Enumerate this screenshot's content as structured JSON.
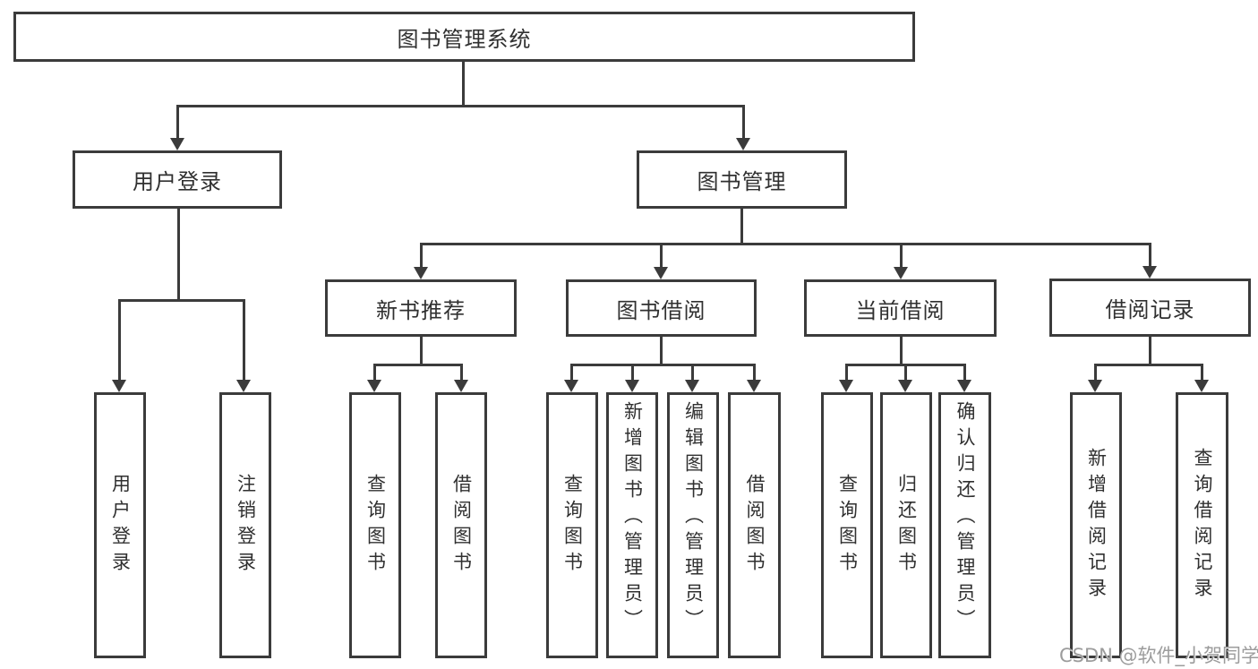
{
  "diagram": {
    "type": "hierarchy-tree",
    "colors": {
      "line": "#3b3b3b",
      "box_border": "#3b3b3b",
      "text": "#303030",
      "background": "#ffffff",
      "watermark_text_color": "#9c9c9c"
    },
    "watermark": "CSDN @软件_小贺同学",
    "tree": {
      "label": "图书管理系统",
      "children": [
        {
          "label": "用户登录",
          "children": [
            {
              "label": "用户登录"
            },
            {
              "label": "注销登录"
            }
          ]
        },
        {
          "label": "图书管理",
          "children": [
            {
              "label": "新书推荐",
              "children": [
                {
                  "label": "查询图书"
                },
                {
                  "label": "借阅图书"
                }
              ]
            },
            {
              "label": "图书借阅",
              "children": [
                {
                  "label": "查询图书"
                },
                {
                  "label": "新增图书（管理员）"
                },
                {
                  "label": "编辑图书（管理员）"
                },
                {
                  "label": "借阅图书"
                }
              ]
            },
            {
              "label": "当前借阅",
              "children": [
                {
                  "label": "查询图书"
                },
                {
                  "label": "归还图书"
                },
                {
                  "label": "确认归还（管理员）"
                }
              ]
            },
            {
              "label": "借阅记录",
              "children": [
                {
                  "label": "新增借阅记录"
                },
                {
                  "label": "查询借阅记录"
                }
              ]
            }
          ]
        }
      ]
    }
  }
}
